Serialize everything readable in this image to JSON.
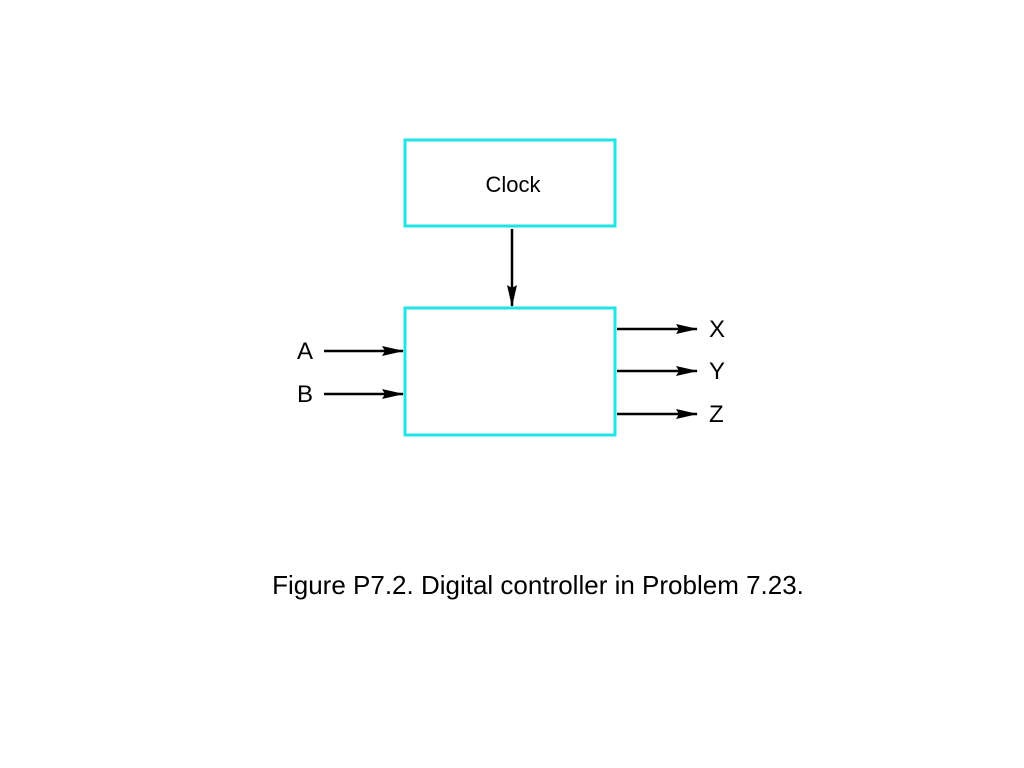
{
  "colors": {
    "block_border": "#1fe5e5",
    "wire": "#000000",
    "background": "#ffffff"
  },
  "blocks": {
    "clock": {
      "label": "Clock"
    },
    "controller": {
      "label": ""
    }
  },
  "inputs": [
    {
      "label": "A"
    },
    {
      "label": "B"
    }
  ],
  "outputs": [
    {
      "label": "X"
    },
    {
      "label": "Y"
    },
    {
      "label": "Z"
    }
  ],
  "caption": "Figure P7.2. Digital controller in Problem 7.23."
}
